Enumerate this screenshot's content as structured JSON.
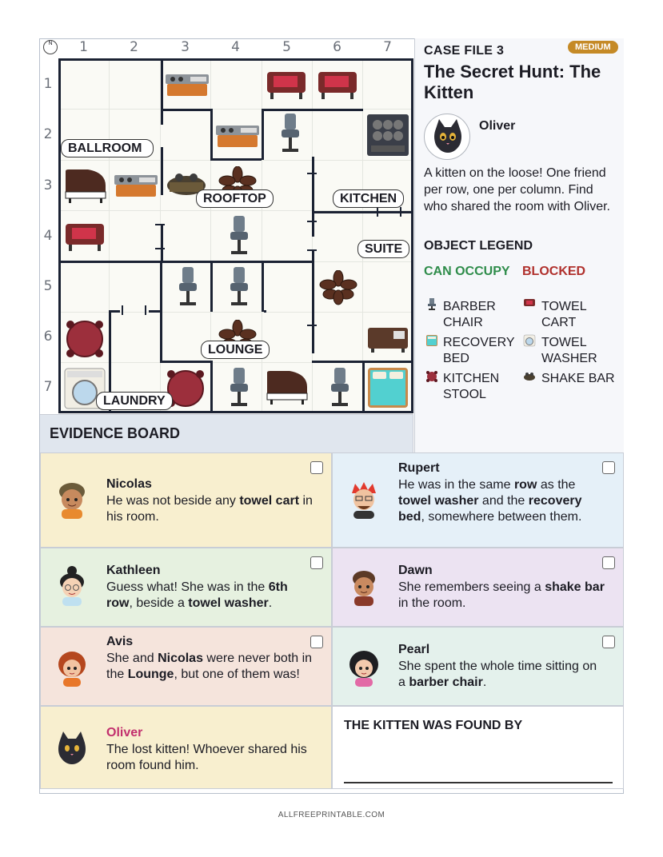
{
  "board": {
    "columns": [
      "1",
      "2",
      "3",
      "4",
      "5",
      "6",
      "7"
    ],
    "rows": [
      "1",
      "2",
      "3",
      "4",
      "5",
      "6",
      "7"
    ],
    "compass": "N",
    "rooms": [
      "BALLROOM",
      "ROOFTOP",
      "KITCHEN",
      "SUITE",
      "LOUNGE",
      "LAUNDRY"
    ]
  },
  "panel": {
    "case_file": "CASE FILE 3",
    "difficulty": "MEDIUM",
    "title": "The Secret Hunt: The Kitten",
    "victim": "Oliver",
    "description": "A kitten on the loose! One friend per row, one per column. Find who shared the room with Oliver.",
    "legend_title": "OBJECT LEGEND",
    "can_occupy": "CAN OCCUPY",
    "blocked": "BLOCKED",
    "legend": {
      "barber_chair": "BARBER CHAIR",
      "towel_cart": "TOWEL CART",
      "recovery_bed": "RECOVERY BED",
      "towel_washer": "TOWEL WASHER",
      "kitchen_stool": "KITCHEN STOOL",
      "shake_bar": "SHAKE BAR"
    }
  },
  "evidence": {
    "title": "EVIDENCE BOARD",
    "nicolas": {
      "name": "Nicolas",
      "t1": "He was not beside any ",
      "b1": "towel cart",
      "t2": " in his room."
    },
    "rupert": {
      "name": "Rupert",
      "t1": "He was in the same ",
      "b1": "row",
      "t2": " as the ",
      "b2": "towel washer",
      "t3": " and the ",
      "b3": "recovery bed",
      "t4": ", somewhere between them."
    },
    "kathleen": {
      "name": "Kathleen",
      "t1": "Guess what! She was in the ",
      "b1": "6th row",
      "t2": ", beside a ",
      "b2": "towel washer",
      "t3": "."
    },
    "dawn": {
      "name": "Dawn",
      "t1": "She remembers seeing a ",
      "b1": "shake bar",
      "t2": " in the room."
    },
    "avis": {
      "name": "Avis",
      "t1": "She and ",
      "b1": "Nicolas",
      "t2": " were never both in the ",
      "b2": "Lounge",
      "t3": ", but one of them was!"
    },
    "pearl": {
      "name": "Pearl",
      "t1": "She spent the whole time sitting on a ",
      "b1": "barber chair",
      "t2": "."
    },
    "oliver": {
      "name": "Oliver",
      "text": "The lost kitten! Whoever shared his room found him."
    },
    "found_by": "THE KITTEN WAS FOUND BY"
  },
  "footer": "ALLFREEPRINTABLE.COM",
  "colors": {
    "accent_green": "#2e8c4a",
    "accent_red": "#b0302c",
    "difficulty": "#c58a26",
    "victim_name": "#c2306e"
  }
}
